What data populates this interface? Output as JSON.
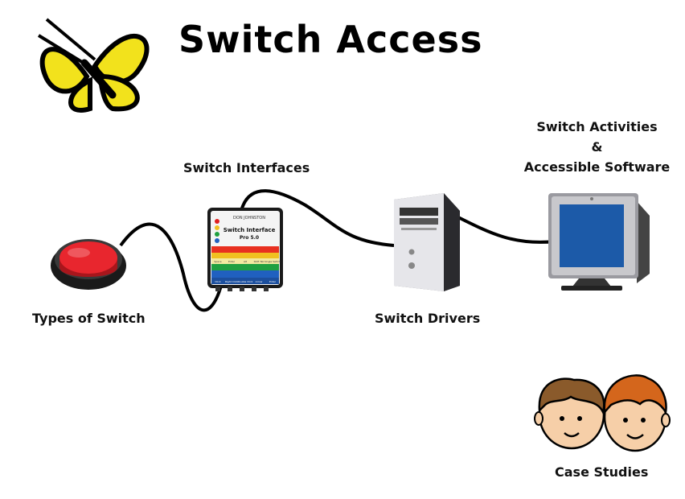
{
  "title": "Switch Access",
  "nodes": {
    "types_of_switch": "Types of Switch",
    "switch_interfaces": "Switch Interfaces",
    "switch_drivers": "Switch Drivers",
    "switch_activities": "Switch Activities",
    "ampersand": "&",
    "accessible_software": "Accessible Software",
    "case_studies": "Case Studies"
  },
  "interface_box": {
    "brand": "DON JOHNSTON",
    "name": "Switch Interface",
    "version": "Pro 5.0",
    "row_top": [
      "Space",
      "Enter",
      "Alt",
      "Shift Tab",
      "Single Switch"
    ],
    "row_bottom": [
      "Click",
      "Right Click",
      "Double Click",
      "Arrow",
      "Enter"
    ]
  },
  "colors": {
    "butterfly": "#f2e21c",
    "switch_red": "#e8262e",
    "monitor_screen": "#1c5aa8",
    "face_skin": "#f6cfa8",
    "hair_left": "#8a5a2b",
    "hair_right": "#d4661c"
  }
}
